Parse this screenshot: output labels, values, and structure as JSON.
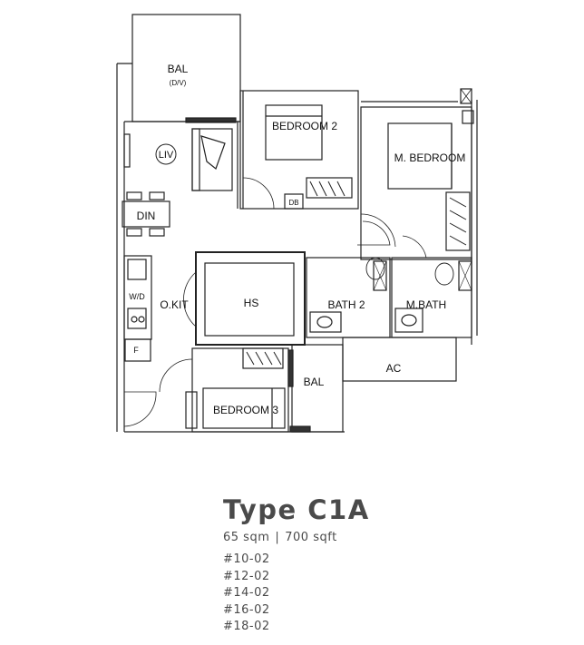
{
  "plan": {
    "rooms": {
      "bal_top": "BAL",
      "bal_top_sub": "(D/V)",
      "liv": "LIV",
      "din": "DIN",
      "bedroom2": "BEDROOM 2",
      "mbedroom": "M. BEDROOM",
      "db": "DB",
      "wd": "W/D",
      "okit": "O.KIT",
      "hs": "HS",
      "bath2": "BATH 2",
      "mbath": "M.BATH",
      "f": "F",
      "ac": "AC",
      "bal_bottom": "BAL",
      "bedroom3": "BEDROOM 3"
    }
  },
  "info": {
    "type_title": "Type C1A",
    "area_sqm": "65 sqm",
    "area_separator": "|",
    "area_sqft": "700 sqft",
    "units": [
      "#10-02",
      "#12-02",
      "#14-02",
      "#16-02",
      "#18-02"
    ]
  }
}
